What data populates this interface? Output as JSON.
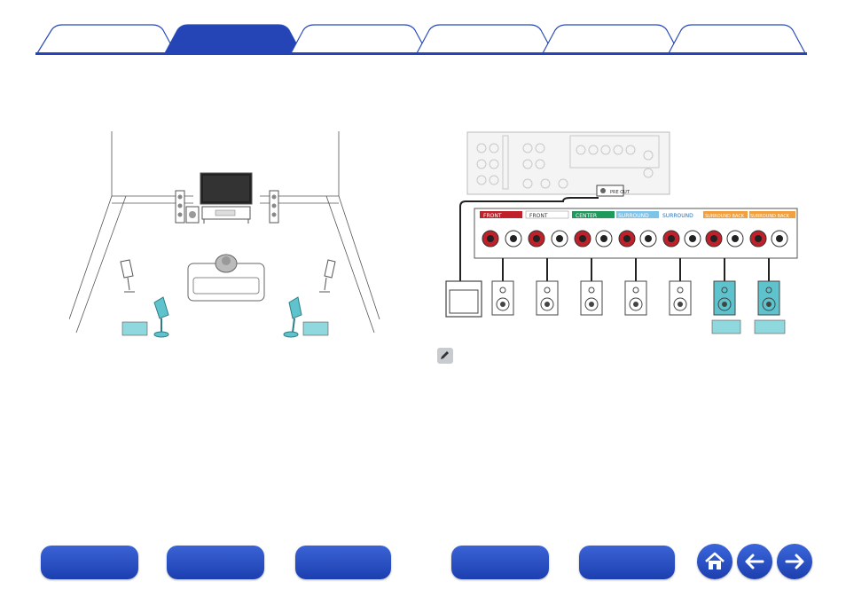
{
  "tabs": [
    {
      "label": "",
      "active": false
    },
    {
      "label": "",
      "active": true
    },
    {
      "label": "",
      "active": false
    },
    {
      "label": "",
      "active": false
    },
    {
      "label": "",
      "active": false
    },
    {
      "label": "",
      "active": false
    }
  ],
  "colors": {
    "tab_border": "#2a4bb8",
    "tab_active": "#2544b5",
    "accent_box": "#8fd8de",
    "speaker_accent": "#5ec3cc",
    "front": "#c0202a",
    "center": "#1e9a5a",
    "surround": "#7fc3e8",
    "surround_back": "#f0a040"
  },
  "wiring": {
    "labels": [
      "FRONT",
      "FRONT",
      "CENTER",
      "SURROUND",
      "SURROUND",
      "SURROUND BACK",
      "SURROUND BACK"
    ],
    "preout": "PRE OUT"
  },
  "bottom_buttons": [
    {
      "label": ""
    },
    {
      "label": ""
    },
    {
      "label": ""
    },
    {
      "label": ""
    },
    {
      "label": ""
    }
  ],
  "icons": {
    "home": "home-icon",
    "back": "arrow-left-icon",
    "forward": "arrow-right-icon",
    "note": "pencil-note-icon"
  }
}
